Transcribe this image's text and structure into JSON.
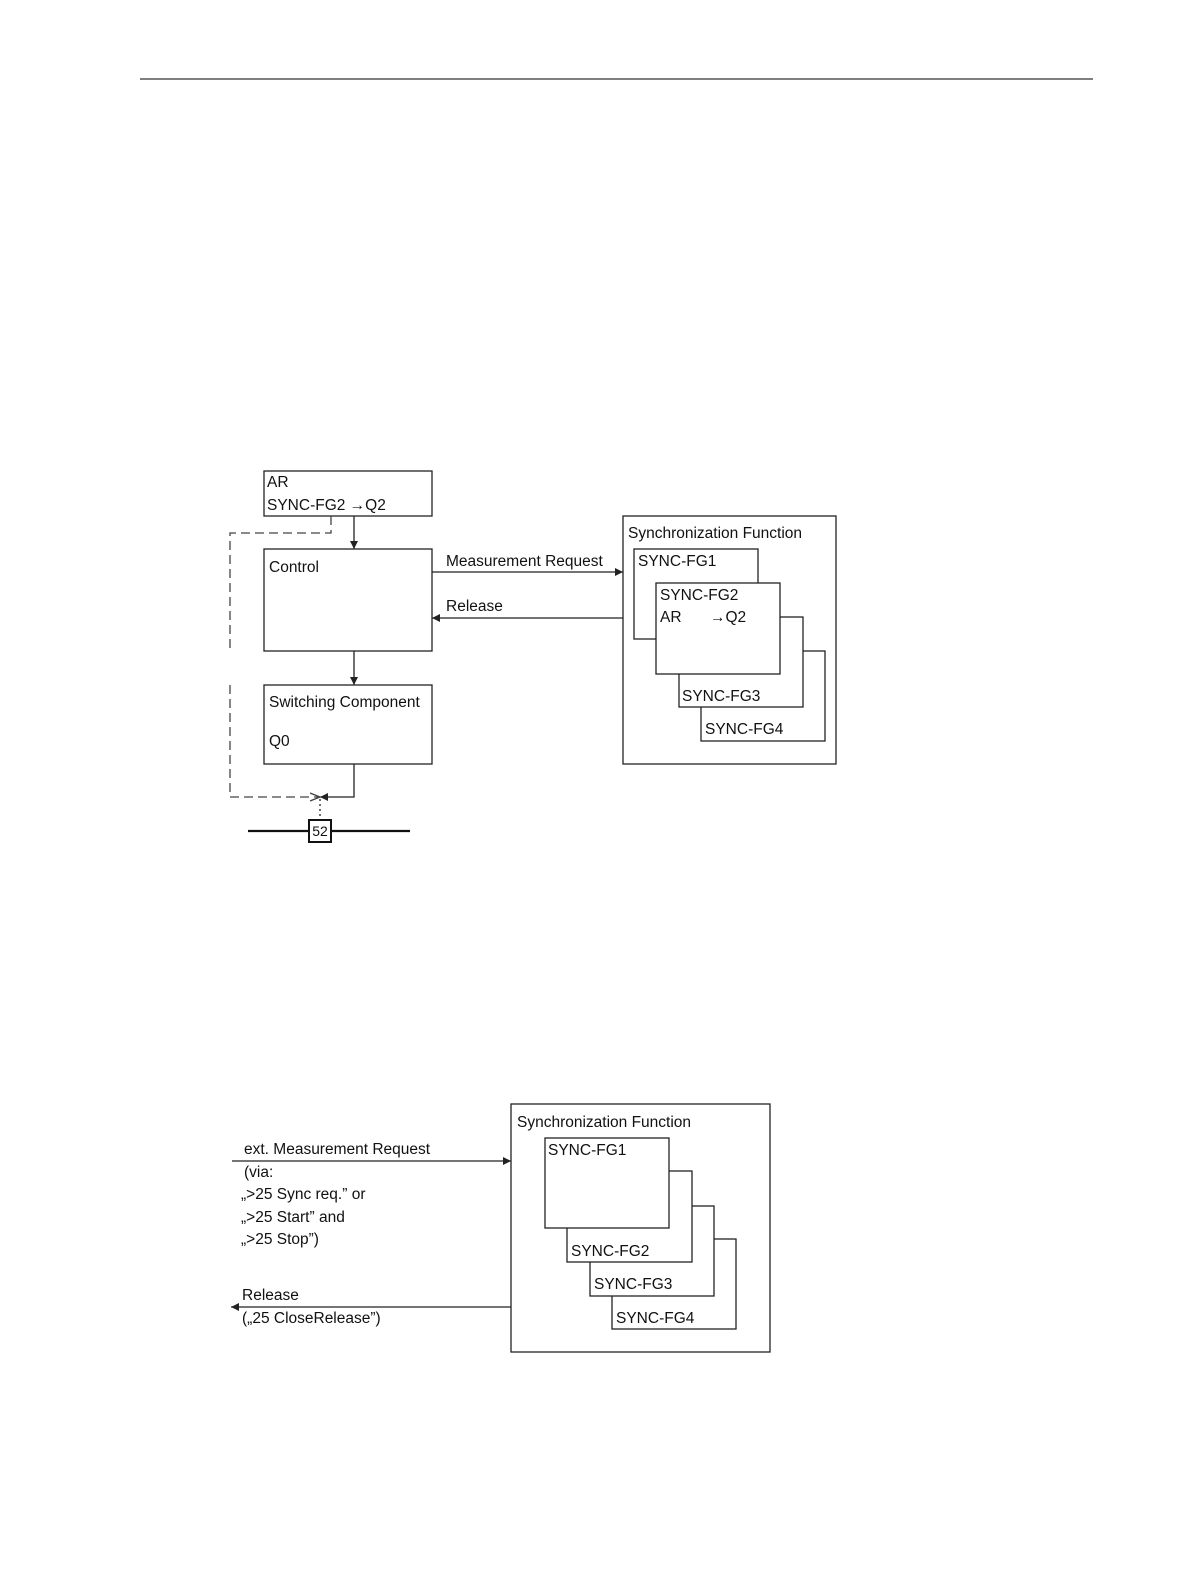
{
  "figure1": {
    "ar_box": {
      "line1": "AR",
      "line2": "SYNC-FG2 →Q2"
    },
    "control_box": {
      "label": "Control"
    },
    "switching_box": {
      "line1": "Switching Component",
      "line2": "Q0"
    },
    "breaker": {
      "label": "52"
    },
    "arrow_measurement_request": "Measurement Request",
    "arrow_release": "Release",
    "sync_function": {
      "title": "Synchronization Function",
      "fg1": "SYNC-FG1",
      "fg2_line1": "SYNC-FG2",
      "fg2_line2_left": "AR",
      "fg2_line2_right": "→Q2",
      "fg3": "SYNC-FG3",
      "fg4": "SYNC-FG4"
    }
  },
  "figure2": {
    "request_lines": [
      "ext. Measurement Request",
      "(via:",
      "„>25 Sync req.” or",
      "„>25 Start” and",
      "„>25 Stop”)"
    ],
    "release_lines": [
      "Release",
      "(„25 CloseRelease”)"
    ],
    "sync_function": {
      "title": "Synchronization Function",
      "fg1": "SYNC-FG1",
      "fg2": "SYNC-FG2",
      "fg3": "SYNC-FG3",
      "fg4": "SYNC-FG4"
    }
  }
}
